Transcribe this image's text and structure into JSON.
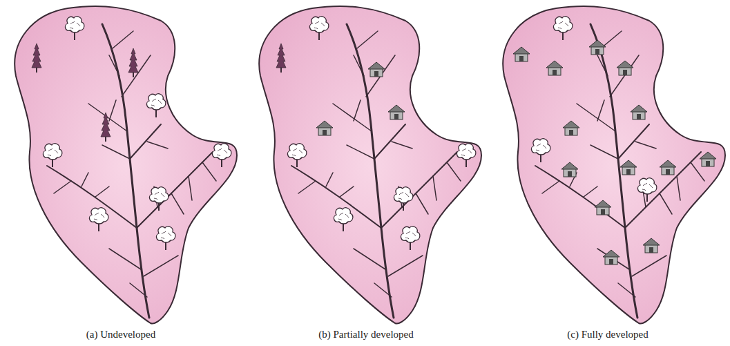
{
  "diagram": {
    "labels": [
      "(a) Undeveloped",
      "(b) Partially developed",
      "(c) Fully developed"
    ]
  }
}
